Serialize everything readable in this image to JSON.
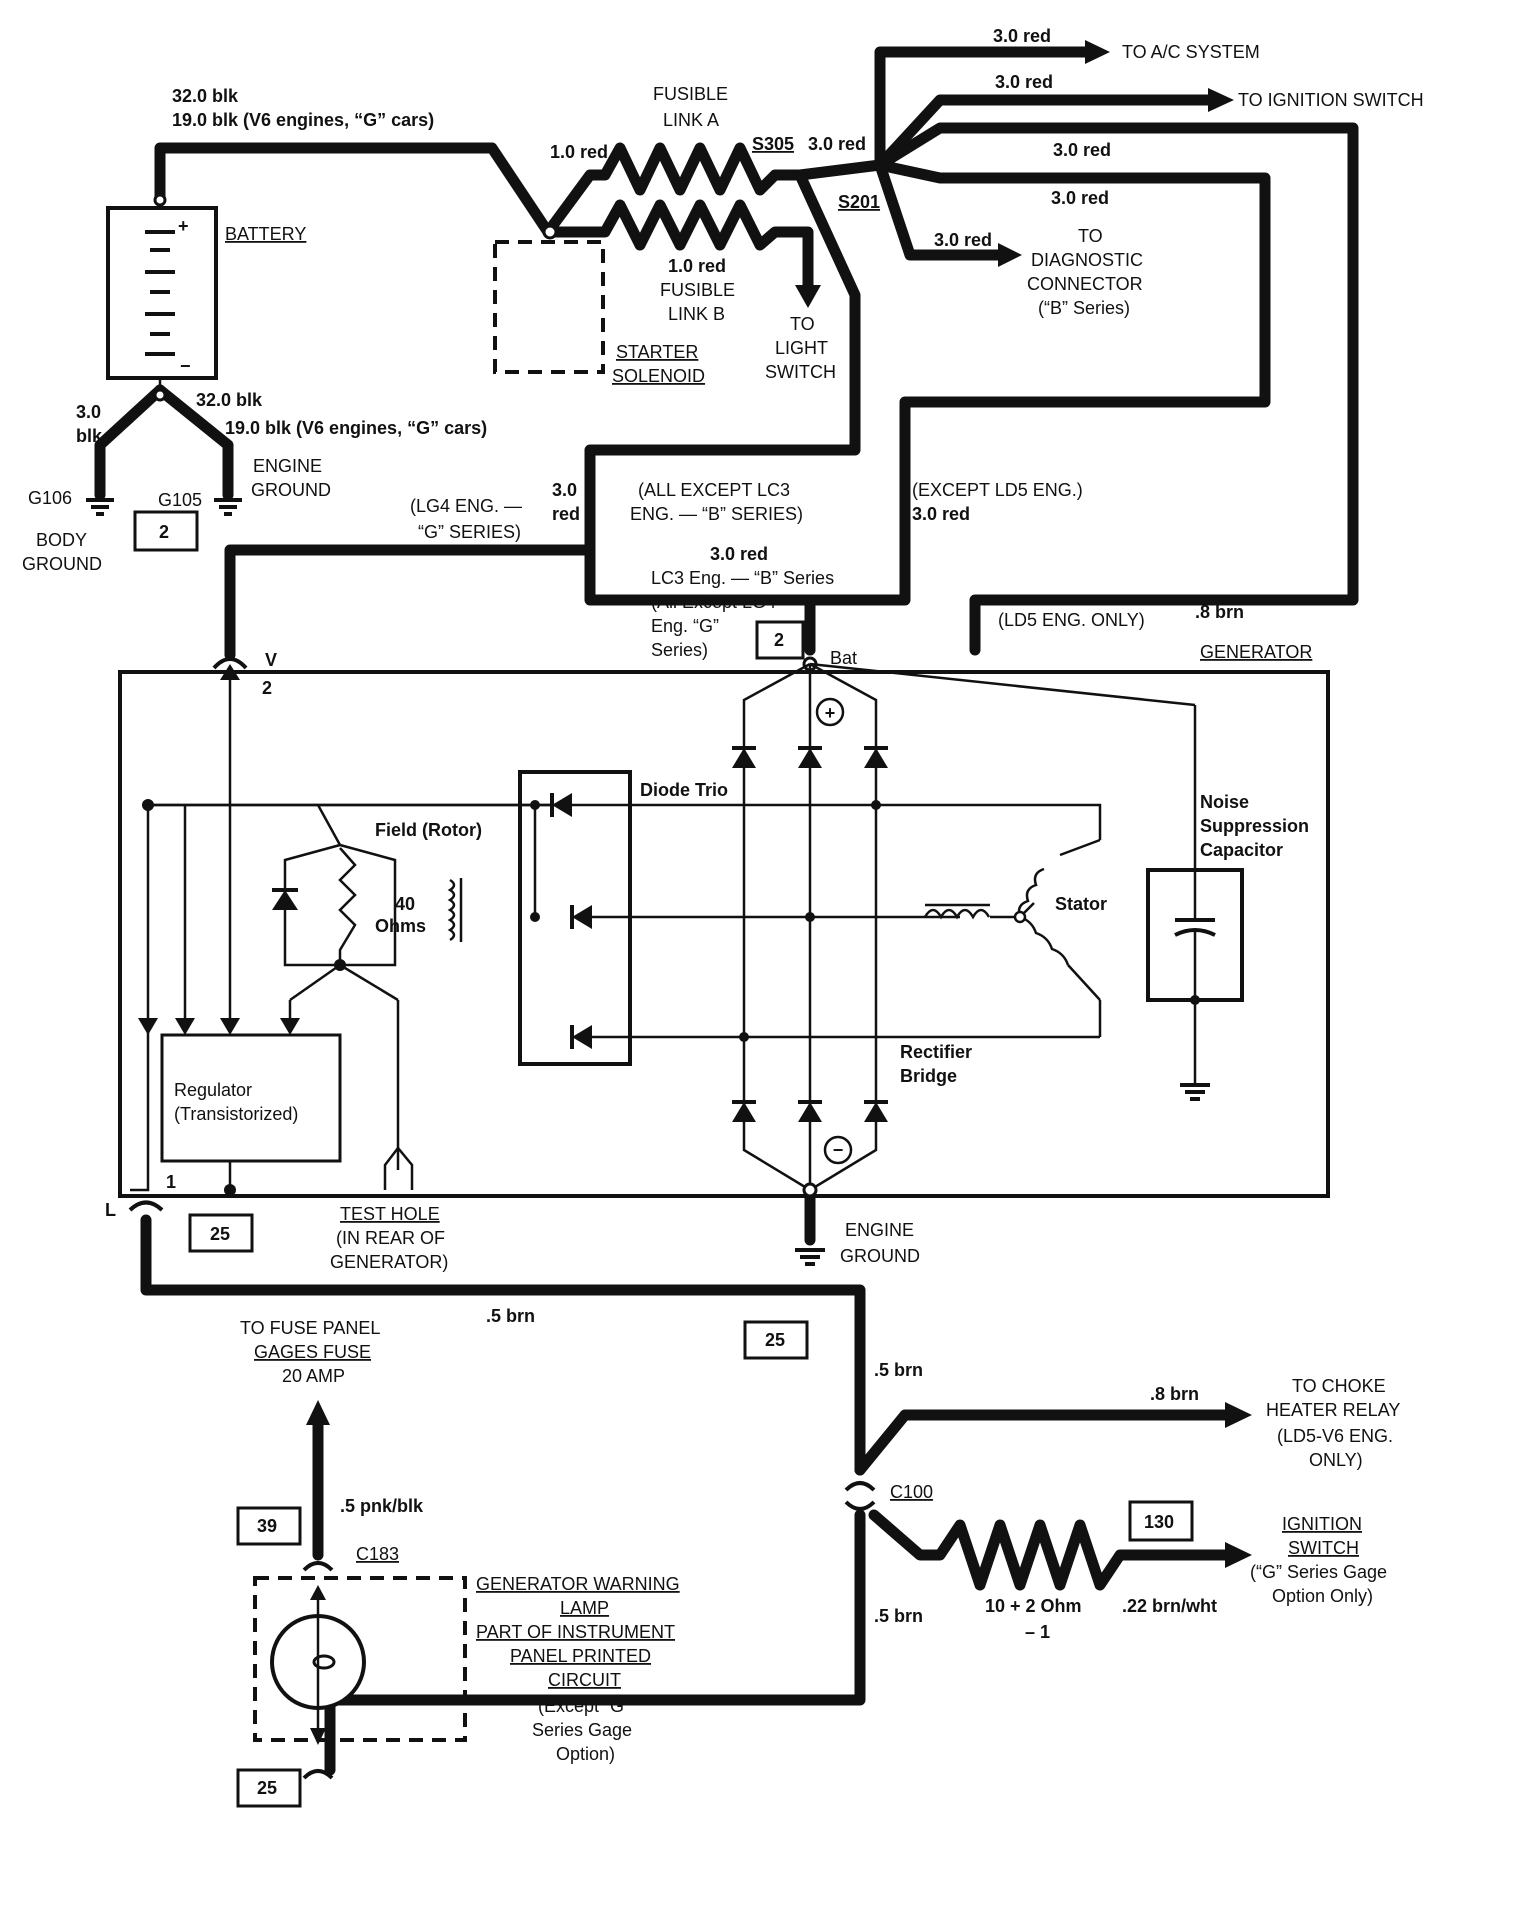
{
  "diagram": {
    "wire_labels": {
      "ac_wire": "3.0 red",
      "to_ac_system": "TO A/C SYSTEM",
      "ign_wire": "3.0 red",
      "to_ignition_switch": "TO IGNITION SWITCH",
      "batt_cable_1": "32.0 blk",
      "batt_cable_2": "19.0 blk (V6 engines, “G” cars)",
      "fusible_link_a_1": "FUSIBLE",
      "fusible_link_a_2": "LINK A",
      "link_a_wire": "1.0 red",
      "s305": "S305",
      "s305_wire": "3.0 red",
      "s201": "S201",
      "branch_a_wire": "3.0 red",
      "branch_b_wire": "3.0 red",
      "diag_wire": "3.0 red",
      "to_diag_1": "TO",
      "to_diag_2": "DIAGNOSTIC",
      "to_diag_3": "CONNECTOR",
      "to_diag_4": "(“B” Series)",
      "link_b_wire": "1.0 red",
      "fusible_link_b_1": "FUSIBLE",
      "fusible_link_b_2": "LINK B",
      "to_light_1": "TO",
      "to_light_2": "LIGHT",
      "to_light_3": "SWITCH",
      "battery": "BATTERY",
      "starter_1": "STARTER",
      "starter_2": "SOLENOID",
      "neg_wire_left_1": "3.0",
      "neg_wire_left_2": "blk",
      "neg_cable_1": "32.0 blk",
      "neg_cable_2": "19.0 blk (V6 engines, “G” cars)",
      "engine_ground_top_1": "ENGINE",
      "engine_ground_top_2": "GROUND",
      "g106": "G106",
      "g105": "G105",
      "body_ground_1": "BODY",
      "body_ground_2": "GROUND",
      "ref_2a": "2",
      "lg4_1": "(LG4 ENG. —",
      "lg4_2": "“G” SERIES)",
      "lg4_wire_1": "3.0",
      "lg4_wire_2": "red",
      "all_except_lc3_1": "(ALL EXCEPT LC3",
      "all_except_lc3_2": "ENG. — “B” SERIES)",
      "except_ld5_1": "(EXCEPT LD5 ENG.)",
      "except_ld5_2": "3.0 red",
      "lc3_wire": "3.0 red",
      "lc3_1": "LC3 Eng. — “B” Series",
      "lc3_2": "(All Except LG4",
      "lc3_3": "Eng. “G”",
      "lc3_4": "Series)",
      "ref_2b": "2",
      "brn_8": ".8 brn",
      "ld5_only": "(LD5 ENG. ONLY)",
      "generator": "GENERATOR",
      "v_term": "V",
      "v_term_num": "2",
      "bat_term": "Bat",
      "diode_trio": "Diode Trio",
      "field_rotor": "Field (Rotor)",
      "ohms_1": "40",
      "ohms_2": "Ohms",
      "stator": "Stator",
      "noise_1": "Noise",
      "noise_2": "Suppression",
      "noise_3": "Capacitor",
      "rectifier_1": "Rectifier",
      "rectifier_2": "Bridge",
      "regulator_1": "Regulator",
      "regulator_2": "(Transistorized)",
      "l_term": "L",
      "l_term_num": "1",
      "ref_25a": "25",
      "test_hole_1": "TEST HOLE",
      "test_hole_2": "(IN REAR OF",
      "test_hole_3": "GENERATOR)",
      "engine_ground_bottom_1": "ENGINE",
      "engine_ground_bottom_2": "GROUND",
      "brn_5_top": ".5 brn",
      "ref_25b": "25",
      "fuse_panel_1": "TO FUSE PANEL",
      "fuse_panel_2": "GAGES FUSE",
      "fuse_panel_3": "20 AMP",
      "brn_5_right": ".5 brn",
      "brn_8_choke": ".8 brn",
      "choke_1": "TO CHOKE",
      "choke_2": "HEATER RELAY",
      "choke_3": "(LD5-V6 ENG.",
      "choke_4": "ONLY)",
      "pnk_blk": ".5 pnk/blk",
      "ref_39": "39",
      "c183": "C183",
      "c100": "C100",
      "ref_130": "130",
      "ign_sw_1": "IGNITION",
      "ign_sw_2": "SWITCH",
      "ign_sw_3": "(“G” Series Gage",
      "ign_sw_4": "Option Only)",
      "warning_1": "GENERATOR WARNING",
      "warning_2": "LAMP",
      "warning_3": "PART OF INSTRUMENT",
      "warning_4": "PANEL PRINTED",
      "warning_5": "CIRCUIT",
      "warning_6": "(Except “G”",
      "warning_7": "Series Gage",
      "warning_8": "Option)",
      "brn_5_lower": ".5 brn",
      "resistor_1": "10 + 2 Ohm",
      "resistor_2": "– 1",
      "brn_wht": ".22 brn/wht",
      "ref_25c": "25"
    }
  }
}
